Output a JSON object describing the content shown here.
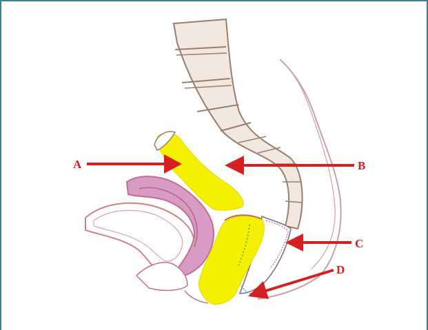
{
  "labels": {
    "a": "A",
    "b": "B",
    "c": "C",
    "d": "D"
  },
  "colors": {
    "frame": "#3f7f86",
    "arrow": "#d61f1f",
    "highlight": "#f4f000",
    "spine_outline": "#9a7d6b",
    "spine_fill": "#f3e8e0",
    "uterus_fill": "#d79bc4",
    "uterus_outline": "#c06f8f",
    "bladder_outline": "#d37f86"
  }
}
